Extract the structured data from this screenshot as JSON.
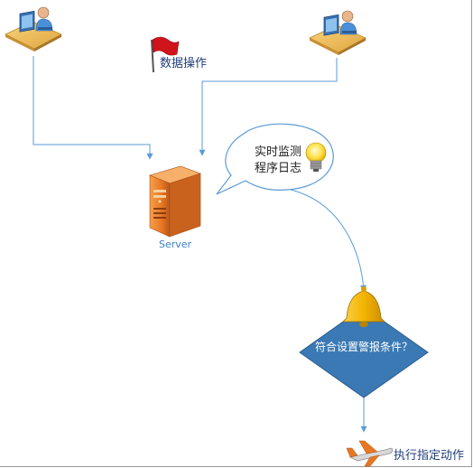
{
  "labels": {
    "data_operation": "数据操作",
    "server": "Server",
    "monitor_line1": "实时监测",
    "monitor_line2": "程序日志",
    "condition": "符合设置警报条件？",
    "action": "执行指定动作"
  },
  "icons": {
    "client_left": "computer-user-icon",
    "client_right": "computer-user-icon",
    "flag": "red-flag-icon",
    "server": "server-tower-icon",
    "bulb": "light-bulb-icon",
    "bell": "alarm-bell-icon",
    "plane": "airplane-icon"
  },
  "colors": {
    "connector": "#5b9bd5",
    "decision_fill": "#3b79b4",
    "server_orange": "#e87722",
    "bell_gold": "#f4c430"
  }
}
